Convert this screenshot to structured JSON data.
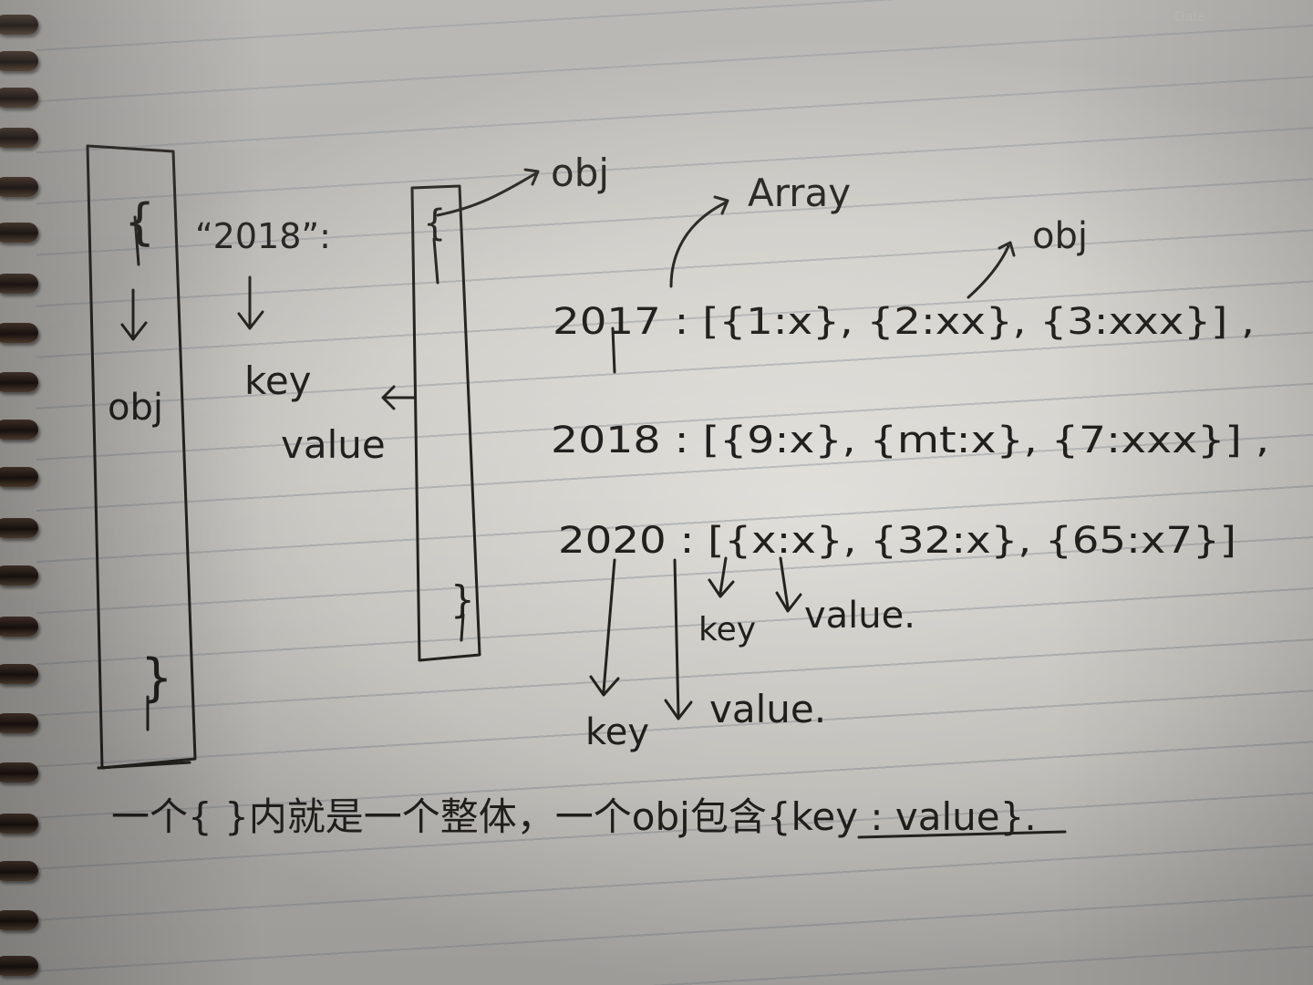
{
  "paper": {
    "date_label": "Date"
  },
  "left_box": {
    "open_brace": "{",
    "close_brace": "}",
    "label": "obj"
  },
  "middle": {
    "key_string": "“2018”:",
    "key_label": "key",
    "value_label": "value"
  },
  "inner_box": {
    "open_brace": "{",
    "close_brace": "}",
    "pointer_label": "obj"
  },
  "annotations": {
    "array_label": "Array",
    "obj_label": "obj"
  },
  "rows": [
    "2017 : [{1:x}, {2:xx}, {3:xxx}] ,",
    "2018 : [{9:x}, {mt:x}, {7:xxx}] ,",
    "2020 : [{x:x}, {32:x}, {65:x7}]"
  ],
  "bottom_labels": {
    "key_small": "key",
    "value_small": "value.",
    "key_large": "key",
    "value_large": "value."
  },
  "footer": {
    "prefix": "一个{ }内就是一个整体，一个obj包含",
    "underlined": "{key : value}",
    "suffix": "."
  }
}
